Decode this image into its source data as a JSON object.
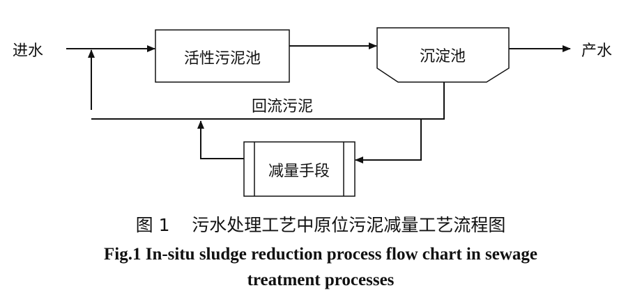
{
  "diagram": {
    "nodes": {
      "inflow": "进水",
      "activated_sludge_tank": "活性污泥池",
      "settling_tank": "沉淀池",
      "outflow": "产水",
      "reduction_method": "减量手段"
    },
    "edges": {
      "return_sludge": "回流污泥"
    }
  },
  "caption": {
    "chinese": "图 1    污水处理工艺中原位污泥减量工艺流程图",
    "english_line1": "Fig.1 In-situ sludge reduction process flow chart in sewage",
    "english_line2": "treatment processes"
  },
  "colors": {
    "line": "#111111",
    "background": "#ffffff"
  }
}
